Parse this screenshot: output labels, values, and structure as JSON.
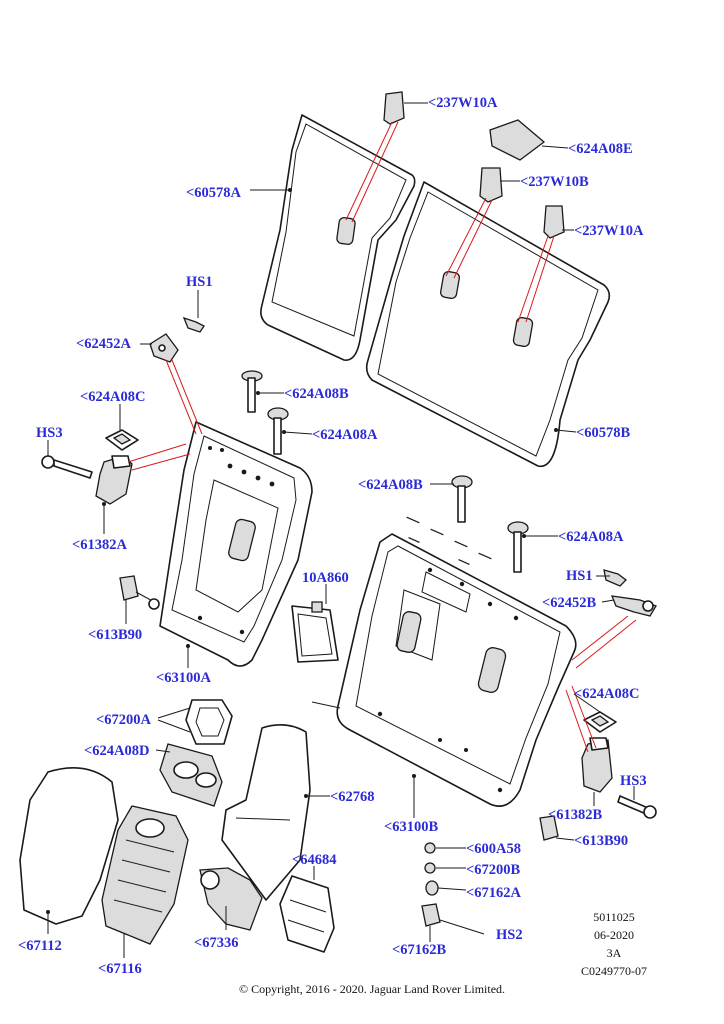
{
  "callouts": {
    "c237W10A_top": "<237W10A",
    "c624A08E": "<624A08E",
    "c237W10B": "<237W10B",
    "c237W10A_right": "<237W10A",
    "c60578A": "<60578A",
    "cHS1_left": "HS1",
    "c62452A": "<62452A",
    "c624A08B_left": "<624A08B",
    "c624A08C_left": "<624A08C",
    "c624A08A_left": "<624A08A",
    "cHS3_left": "HS3",
    "c60578B": "<60578B",
    "c61382A": "<61382A",
    "c624A08B_right": "<624A08B",
    "c624A08A_right": "<624A08A",
    "c10A860": "10A860",
    "cHS1_right": "HS1",
    "c62452B": "<62452B",
    "c613B90_left": "<613B90",
    "c63100A": "<63100A",
    "c624A08C_right": "<624A08C",
    "c67200A": "<67200A",
    "c624A08D": "<624A08D",
    "cHS3_right": "HS3",
    "c62768": "<62768",
    "c63100B": "<63100B",
    "c61382B": "<61382B",
    "c613B90_right": "<613B90",
    "c600A58": "<600A58",
    "c64684": "<64684",
    "c67200B": "<67200B",
    "c67162A": "<67162A",
    "c67112": "<67112",
    "c67336": "<67336",
    "cHS2": "HS2",
    "c67162B": "<67162B",
    "c67116": "<67116"
  },
  "meta": {
    "doc_number": "5011025",
    "date": "06-2020",
    "revision": "3A",
    "illustration_id": "C0249770-07"
  },
  "footer": {
    "copyright": "© Copyright, 2016 - 2020. Jaguar Land Rover Limited."
  },
  "colors": {
    "callout_text": "#2a2ad6",
    "leader_red": "#d81a1a",
    "line_art": "#1a1a1a"
  }
}
